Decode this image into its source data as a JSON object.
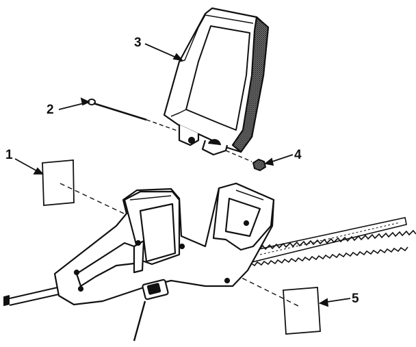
{
  "callouts": [
    {
      "id": "1",
      "label": "1"
    },
    {
      "id": "2",
      "label": "2"
    },
    {
      "id": "3",
      "label": "3"
    },
    {
      "id": "4",
      "label": "4"
    },
    {
      "id": "5",
      "label": "5"
    }
  ],
  "colors": {
    "ink": "#111111",
    "paper": "#ffffff",
    "stipple": "#555555"
  }
}
